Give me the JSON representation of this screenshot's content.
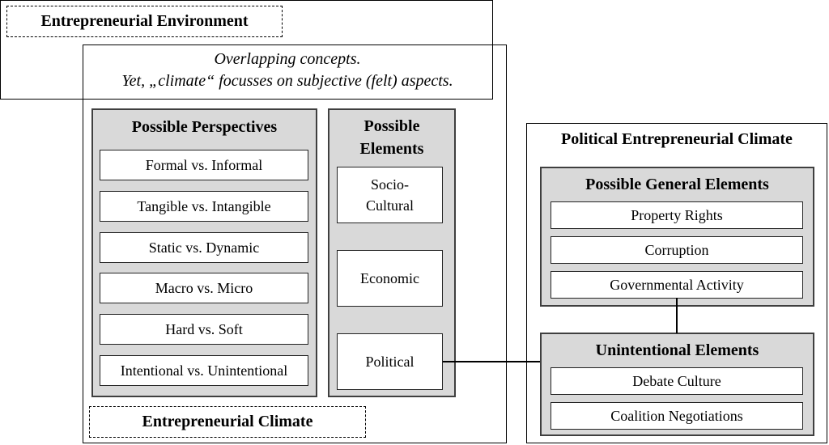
{
  "environment": {
    "label": "Entrepreneurial Environment"
  },
  "overlap_note": {
    "line1": "Overlapping concepts.",
    "line2": "Yet, „climate“ focusses on subjective (felt) aspects."
  },
  "climate": {
    "label": "Entrepreneurial Climate",
    "perspectives": {
      "title": "Possible Perspectives",
      "items": [
        "Formal vs. Informal",
        "Tangible vs. Intangible",
        "Static vs. Dynamic",
        "Macro vs. Micro",
        "Hard vs. Soft",
        "Intentional vs. Unintentional"
      ]
    },
    "elements": {
      "title": "Possible Elements",
      "items": [
        "Socio-Cultural",
        "Economic",
        "Political"
      ]
    }
  },
  "political_climate": {
    "title": "Political Entrepreneurial Climate",
    "general_elements": {
      "title": "Possible General Elements",
      "items": [
        "Property Rights",
        "Corruption",
        "Governmental Activity"
      ]
    },
    "unintentional_elements": {
      "title": "Unintentional Elements",
      "items": [
        "Debate Culture",
        "Coalition Negotiations"
      ]
    }
  },
  "colors": {
    "panel_fill": "#d9d9d9",
    "panel_border": "#3f3f3f",
    "item_fill": "#ffffff",
    "line": "#000000"
  }
}
